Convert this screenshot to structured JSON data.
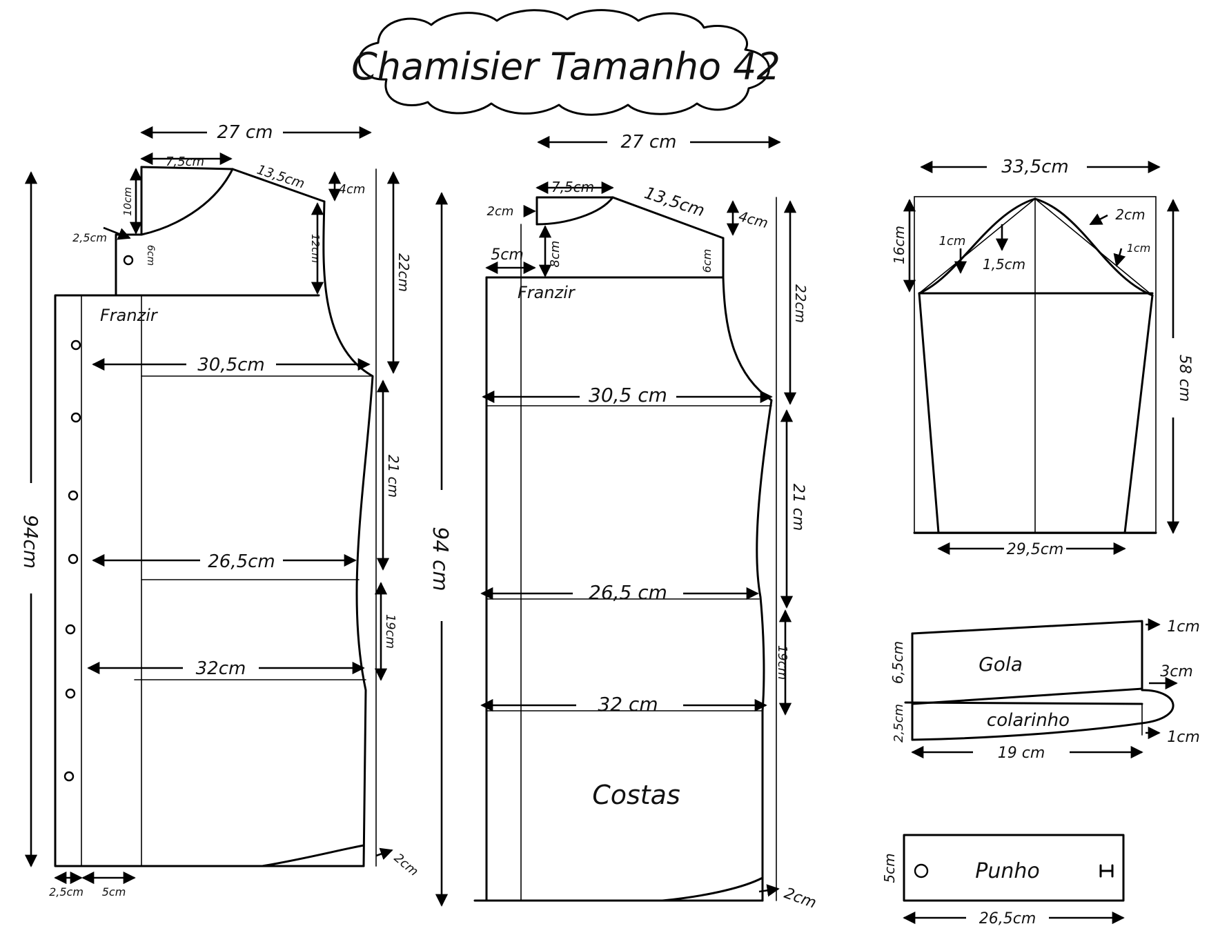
{
  "title": "Chamisier Tamanho 42",
  "front": {
    "width_top": "27 cm",
    "neck_width": "7,5cm",
    "shoulder": "13,5cm",
    "neck_depth": "10cm",
    "shoulder_drop": "4cm",
    "placket_offset": "2,5cm",
    "placket_height": "6cm",
    "armhole_depth": "22cm",
    "armhole_inner": "12cm",
    "gather_label": "Franzir",
    "bust": "30,5cm",
    "waist": "26,5cm",
    "hip": "32cm",
    "bust_to_waist": "21 cm",
    "waist_to_hip": "19cm",
    "length": "94cm",
    "hem_curve": "2cm",
    "placket_width": "2,5cm",
    "facing_width": "5cm"
  },
  "back": {
    "width_top": "27 cm",
    "neck_width": "7,5cm",
    "shoulder": "13,5cm",
    "neck_offset": "2cm",
    "shoulder_drop": "4cm",
    "yoke_offset": "5cm",
    "yoke_depth": "8cm",
    "armhole_inner": "6cm",
    "armhole_depth": "22cm",
    "gather_label": "Franzir",
    "bust": "30,5 cm",
    "waist": "26,5 cm",
    "hip": "32 cm",
    "bust_to_waist": "21 cm",
    "waist_to_hip": "19cm",
    "length": "94 cm",
    "hem_curve": "2cm",
    "piece_label": "Costas"
  },
  "sleeve": {
    "width_top": "33,5cm",
    "cap_height": "16cm",
    "curve_out_1": "1cm",
    "curve_in": "1,5cm",
    "curve_out_2": "2cm",
    "curve_out_3": "1cm",
    "length": "58 cm",
    "cuff_width": "29,5cm"
  },
  "collar": {
    "collar_label": "Gola",
    "stand_label": "colarinho",
    "collar_height": "6,5cm",
    "stand_height": "2,5cm",
    "rise_top": "1cm",
    "point": "3cm",
    "rise_bottom": "1cm",
    "length": "19 cm"
  },
  "cuff": {
    "label": "Punho",
    "height": "5cm",
    "length": "26,5cm"
  }
}
